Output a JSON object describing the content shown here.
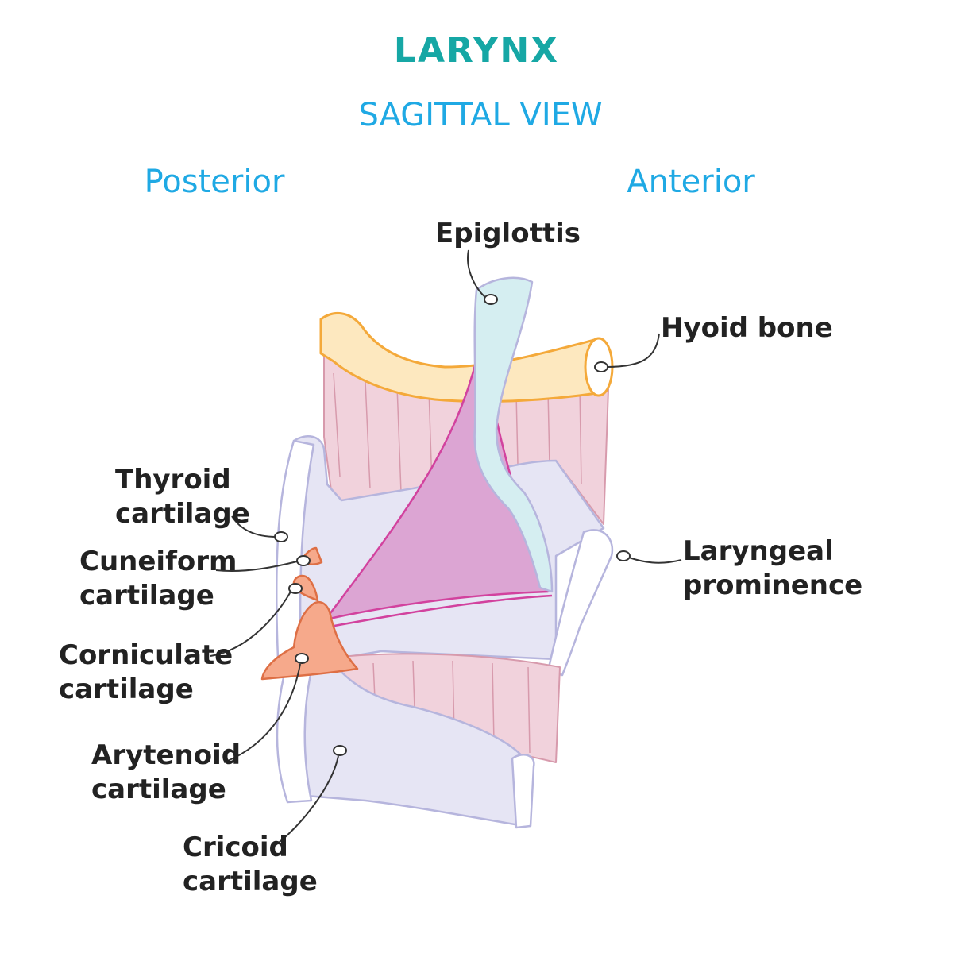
{
  "title": "LARYNX",
  "subtitle": "SAGITTAL VIEW",
  "orientation": {
    "left": "Posterior",
    "right": "Anterior"
  },
  "colors": {
    "title": "#16a7a5",
    "subtitle": "#1fa9e4",
    "hyoid": "#f4a93a",
    "hyoid_fill": "#fde8bf",
    "membrane": "#f1d2dc",
    "membrane_line": "#d79aac",
    "cartilage": "#e6e5f4",
    "cartilage_line": "#b6b5dd",
    "epiglottis": "#d5eef1",
    "vocal_fold": "#dca5d3",
    "vocal_line": "#d2429e",
    "arytenoid": "#f6a98b",
    "arytenoid_line": "#de6f45"
  },
  "labels": {
    "epiglottis": [
      "Epiglottis"
    ],
    "hyoid": [
      "Hyoid bone"
    ],
    "thyroid": [
      "Thyroid",
      "cartilage"
    ],
    "cuneiform": [
      "Cuneiform",
      "cartilage"
    ],
    "corniculate": [
      "Corniculate",
      "cartilage"
    ],
    "arytenoid": [
      "Arytenoid",
      "cartilage"
    ],
    "cricoid": [
      "Cricoid",
      "cartilage"
    ],
    "laryngeal": [
      "Laryngeal",
      "prominence"
    ]
  }
}
